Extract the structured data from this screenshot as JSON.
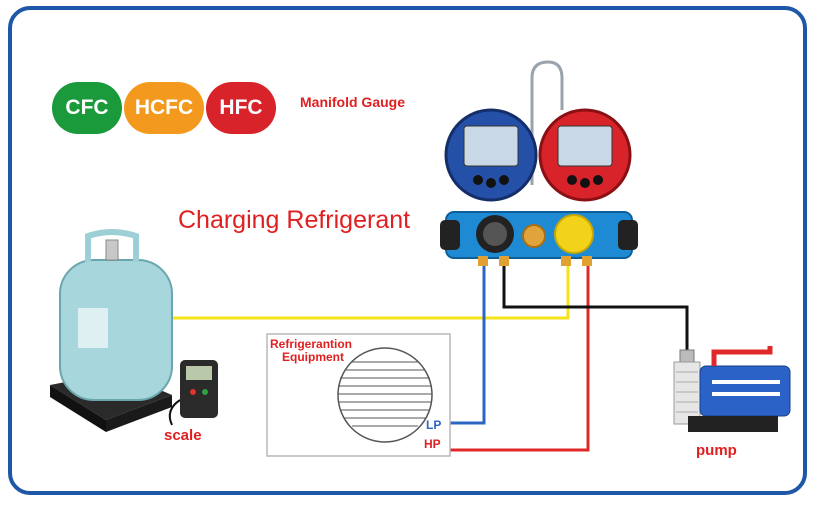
{
  "badges": [
    {
      "label": "CFC",
      "color": "#1a9a3a"
    },
    {
      "label": "HCFC",
      "color": "#f39a1e"
    },
    {
      "label": "HFC",
      "color": "#d8232a"
    }
  ],
  "manifold_label": "Manifold Gauge",
  "title": "Charging Refrigerant",
  "equipment_label_1": "Refrigerantion",
  "equipment_label_2": "Equipment",
  "lp_label": "LP",
  "hp_label": "HP",
  "scale_label": "scale",
  "pump_label": "pump",
  "colors": {
    "frame": "#1f57a8",
    "line_yellow": "#f5e31a",
    "line_blue": "#2b66c4",
    "line_red": "#e02828",
    "line_black": "#111111",
    "text_red": "#e02020"
  }
}
